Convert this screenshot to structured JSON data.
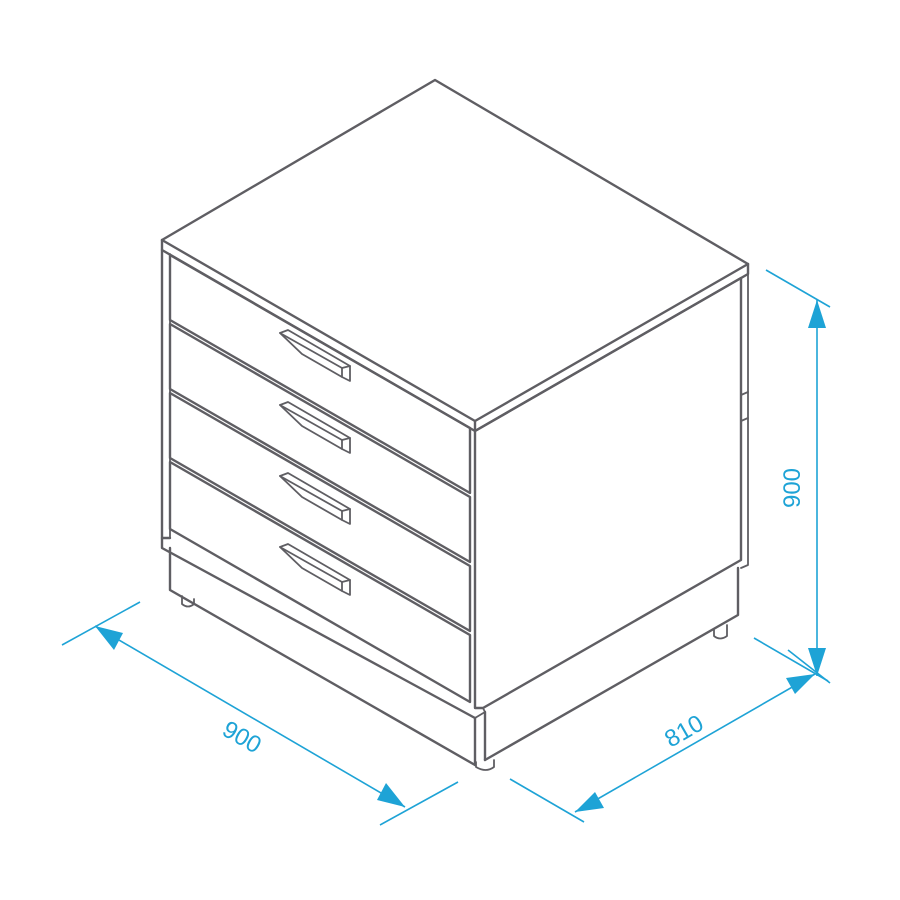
{
  "diagram": {
    "subject": "drawer-cabinet",
    "drawer_count": 4,
    "dimensions": {
      "width": "900",
      "depth": "810",
      "height": "900"
    },
    "colors": {
      "outline": "#5f5e63",
      "dimension": "#1ea3d6",
      "background": "#ffffff"
    }
  }
}
